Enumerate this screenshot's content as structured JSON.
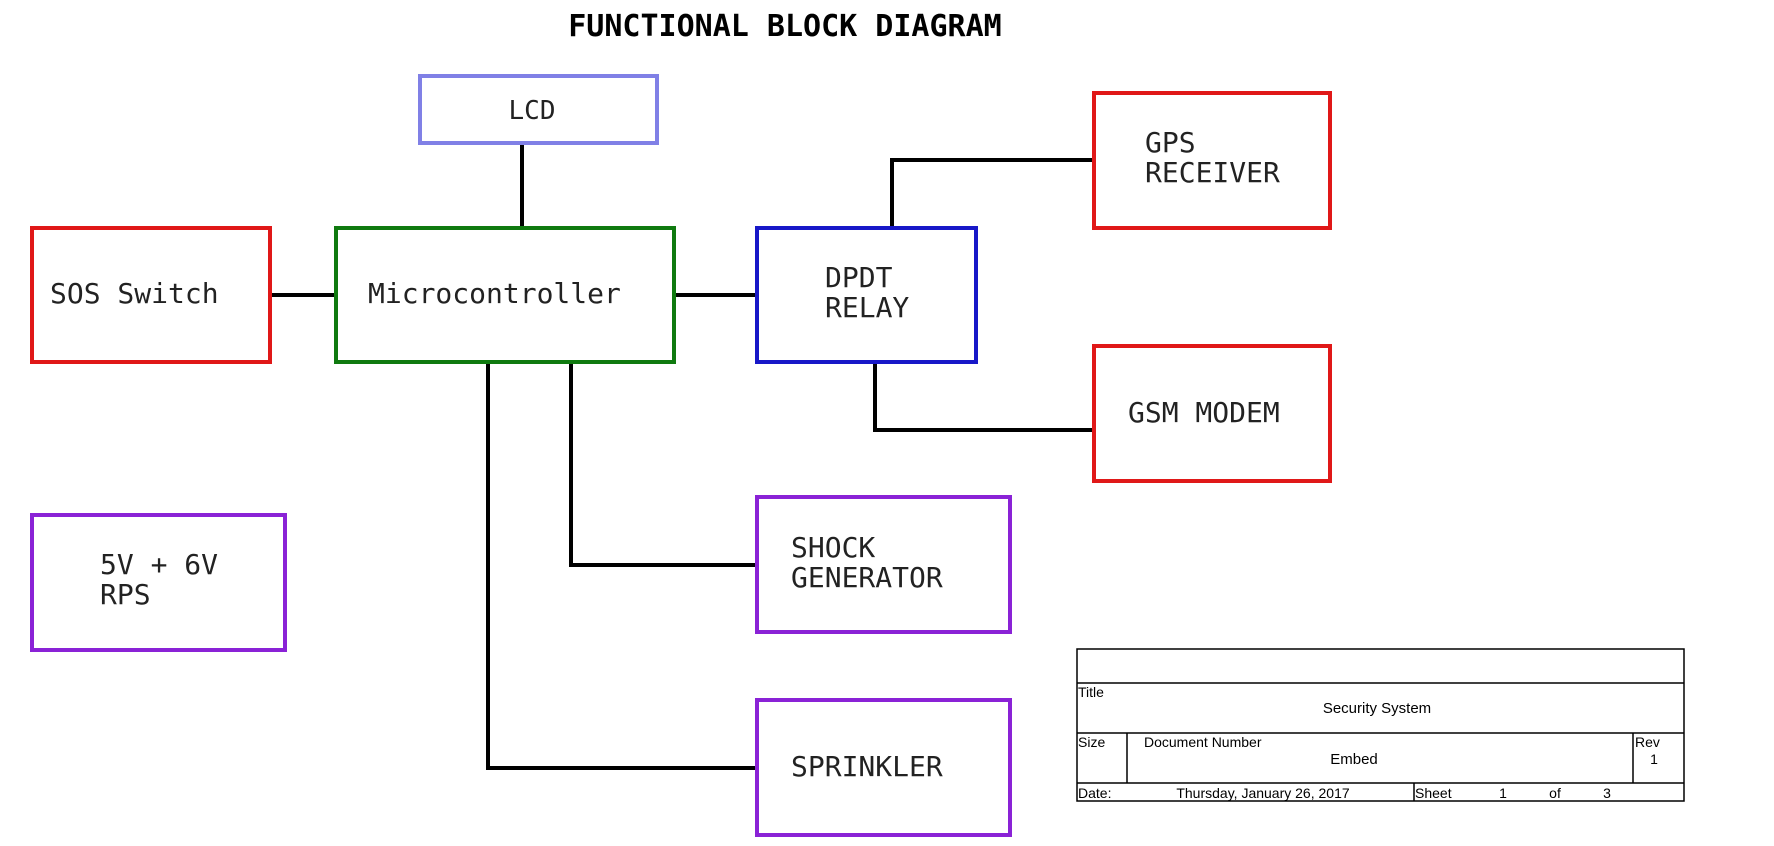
{
  "diagram": {
    "title": "FUNCTIONAL BLOCK DIAGRAM",
    "blocks": {
      "lcd": {
        "lines": [
          "LCD"
        ],
        "color": "#8080e6"
      },
      "sos": {
        "lines": [
          "SOS Switch"
        ],
        "color": "#e01818"
      },
      "mcu": {
        "lines": [
          "Microcontroller"
        ],
        "color": "#0f7a0f"
      },
      "relay": {
        "lines": [
          "DPDT",
          "RELAY"
        ],
        "color": "#1818c8"
      },
      "gps": {
        "lines": [
          "GPS",
          "RECEIVER"
        ],
        "color": "#e01818"
      },
      "gsm": {
        "lines": [
          "GSM MODEM"
        ],
        "color": "#e01818"
      },
      "shock": {
        "lines": [
          "SHOCK",
          "GENERATOR"
        ],
        "color": "#8a22d6"
      },
      "sprinkler": {
        "lines": [
          "SPRINKLER"
        ],
        "color": "#8a22d6"
      },
      "rps": {
        "lines": [
          "5V + 6V",
          "RPS"
        ],
        "color": "#8a22d6"
      }
    }
  },
  "title_block": {
    "title_label": "Title",
    "title_value": "Security System",
    "size_label": "Size",
    "docnum_label": "Document Number",
    "docnum_value": "Embed",
    "rev_label": "Rev",
    "rev_value": "1",
    "date_label": "Date:",
    "date_value": "Thursday, January 26, 2017",
    "sheet_label": "Sheet",
    "sheet_value": "1",
    "of_label": "of",
    "sheet_total": "3"
  }
}
